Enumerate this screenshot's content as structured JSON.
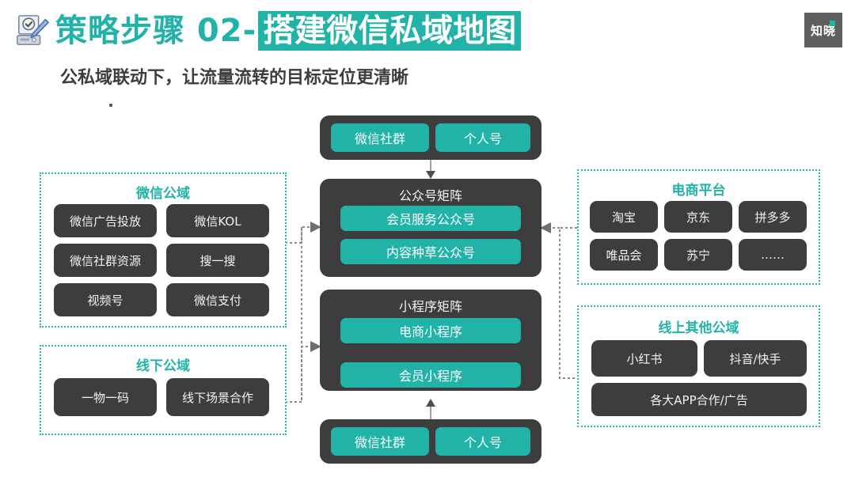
{
  "header": {
    "icon": "document-check-pencil-icon",
    "title_main": "策略步骤 02-",
    "title_highlight": "搭建微信私域地图",
    "subtitle": "公私域联动下，让流量流转的目标定位更清晰",
    "brand_logo_text": "知晓"
  },
  "colors": {
    "teal": "#22b3a8",
    "dark": "#3d3d3d",
    "panel_border": "#2ab5ab",
    "connector": "#9a9a9a",
    "background": "#ffffff"
  },
  "center": {
    "top_box": {
      "name": "wechat-private-top",
      "pills": [
        "微信社群",
        "个人号"
      ]
    },
    "official_account_matrix": {
      "title": "公众号矩阵",
      "pills": [
        "会员服务公众号",
        "内容种草公众号"
      ]
    },
    "miniprogram_matrix": {
      "title": "小程序矩阵",
      "pills": [
        "电商小程序",
        "会员小程序"
      ],
      "inner_arrow": "bidirectional-vertical-arrow"
    },
    "bottom_box": {
      "name": "wechat-private-bottom",
      "pills": [
        "微信社群",
        "个人号"
      ]
    }
  },
  "left_panels": [
    {
      "title": "微信公域",
      "columns": 2,
      "items": [
        "微信广告投放",
        "微信KOL",
        "微信社群资源",
        "搜一搜",
        "视频号",
        "微信支付"
      ]
    },
    {
      "title": "线下公域",
      "columns": 2,
      "items": [
        "一物一码",
        "线下场景合作"
      ]
    }
  ],
  "right_panels": [
    {
      "title": "电商平台",
      "columns": 3,
      "items": [
        "淘宝",
        "京东",
        "拼多多",
        "唯品会",
        "苏宁",
        "……"
      ]
    },
    {
      "title": "线上其他公域",
      "columns": 2,
      "items": [
        "小红书",
        "抖音/快手",
        "各大APP合作/广告"
      ]
    }
  ],
  "connectors": [
    {
      "name": "top-box-to-official-matrix",
      "direction": "down"
    },
    {
      "name": "bottom-box-to-miniprogram-matrix",
      "direction": "up"
    },
    {
      "name": "left-panels-to-official-matrix",
      "direction": "right"
    },
    {
      "name": "left-panels-to-miniprogram-matrix",
      "direction": "right"
    },
    {
      "name": "right-panels-to-official-matrix",
      "direction": "left"
    }
  ]
}
